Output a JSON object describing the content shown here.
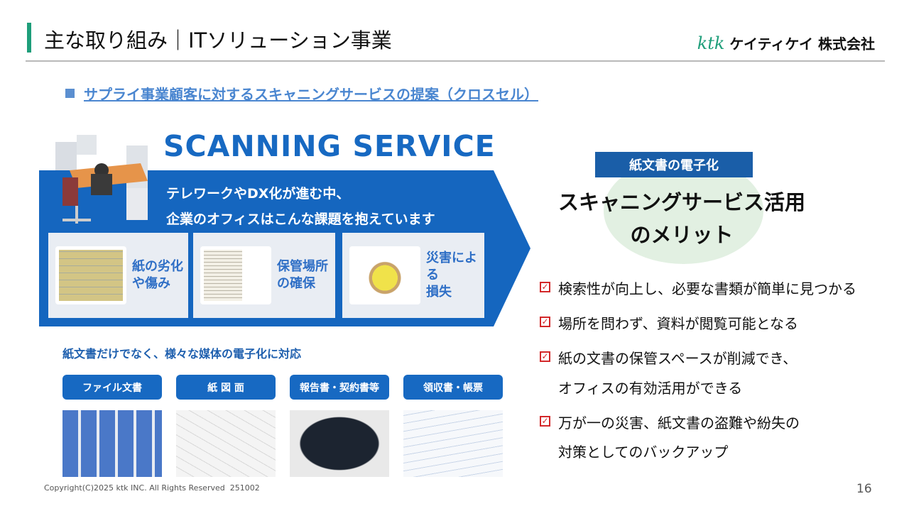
{
  "header": {
    "title": "主な取り組み｜ITソリューション事業",
    "logo_mark": "ktk",
    "logo_text": "ケイティケイ 株式会社"
  },
  "bullet": "サプライ事業顧客に対するスキャニングサービスの提案（クロスセル）",
  "scanning": {
    "title": "SCANNING SERVICE",
    "line1": "テレワークやDX化が進む中、",
    "line2": "企業のオフィスはこんな課題を抱えています",
    "issues": [
      {
        "line1": "紙の劣化",
        "line2": "や傷み"
      },
      {
        "line1": "保管場所",
        "line2": "の確保"
      },
      {
        "line1": "災害による",
        "line2": "損失"
      }
    ]
  },
  "media": {
    "caption": "紙文書だけでなく、様々な媒体の電子化に対応",
    "items": [
      "ファイル文書",
      "紙 図 面",
      "報告書・契約書等",
      "領収書・帳票"
    ]
  },
  "merit": {
    "tag": "紙文書の電子化",
    "heading1": "スキャニングサービス活用",
    "heading2": "のメリット",
    "items": [
      "検索性が向上し、必要な書類が簡単に見つかる",
      "場所を問わず、資料が閲覧可能となる",
      "紙の文書の保管スペースが削減でき、",
      "オフィスの有効活用ができる",
      "万が一の災害、紙文書の盗難や紛失の",
      "対策としてのバックアップ"
    ],
    "check": "✓"
  },
  "footer": {
    "copyright": "Copyright(C)2025 ktk INC. All Rights Reserved  251002",
    "page": "16"
  },
  "colors": {
    "accent": "#1769c2",
    "green": "#1e9e7a",
    "check": "#d3282a"
  }
}
